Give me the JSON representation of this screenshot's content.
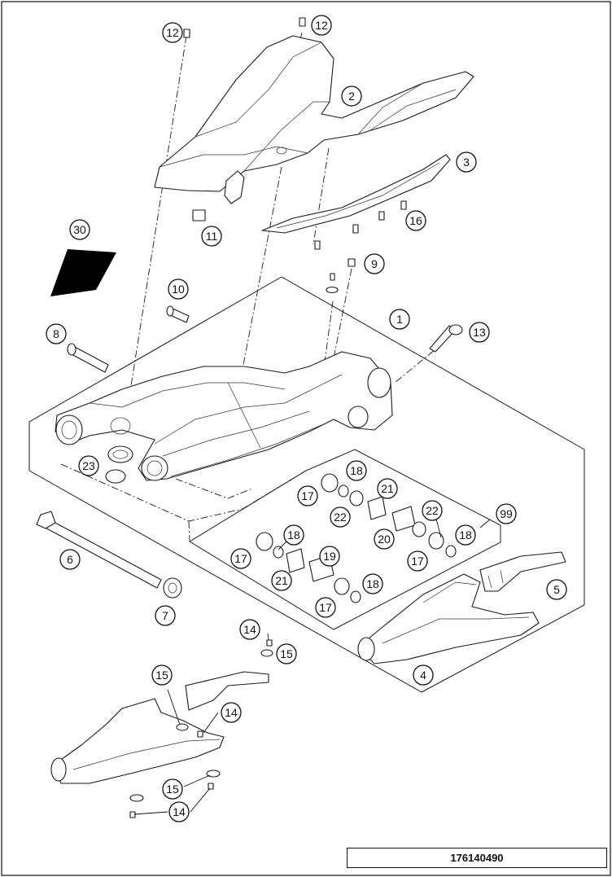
{
  "drawing_number": "176140490",
  "callouts": [
    {
      "id": "callout-12-left",
      "label": "12"
    },
    {
      "id": "callout-12-right",
      "label": "12"
    },
    {
      "id": "callout-2",
      "label": "2"
    },
    {
      "id": "callout-3",
      "label": "3"
    },
    {
      "id": "callout-16",
      "label": "16"
    },
    {
      "id": "callout-11",
      "label": "11"
    },
    {
      "id": "callout-30",
      "label": "30"
    },
    {
      "id": "callout-9",
      "label": "9"
    },
    {
      "id": "callout-10",
      "label": "10"
    },
    {
      "id": "callout-1",
      "label": "1"
    },
    {
      "id": "callout-13",
      "label": "13"
    },
    {
      "id": "callout-8",
      "label": "8"
    },
    {
      "id": "callout-23",
      "label": "23"
    },
    {
      "id": "callout-18-a",
      "label": "18"
    },
    {
      "id": "callout-17-a",
      "label": "17"
    },
    {
      "id": "callout-21-a",
      "label": "21"
    },
    {
      "id": "callout-22-a",
      "label": "22"
    },
    {
      "id": "callout-22-b",
      "label": "22"
    },
    {
      "id": "callout-99",
      "label": "99"
    },
    {
      "id": "callout-20",
      "label": "20"
    },
    {
      "id": "callout-18-b",
      "label": "18"
    },
    {
      "id": "callout-17-b",
      "label": "17"
    },
    {
      "id": "callout-18-c",
      "label": "18"
    },
    {
      "id": "callout-17-c",
      "label": "17"
    },
    {
      "id": "callout-19",
      "label": "19"
    },
    {
      "id": "callout-21-b",
      "label": "21"
    },
    {
      "id": "callout-18-d",
      "label": "18"
    },
    {
      "id": "callout-17-d",
      "label": "17"
    },
    {
      "id": "callout-6",
      "label": "6"
    },
    {
      "id": "callout-7",
      "label": "7"
    },
    {
      "id": "callout-5",
      "label": "5"
    },
    {
      "id": "callout-4",
      "label": "4"
    },
    {
      "id": "callout-14-a",
      "label": "14"
    },
    {
      "id": "callout-15-a",
      "label": "15"
    },
    {
      "id": "callout-15-b",
      "label": "15"
    },
    {
      "id": "callout-14-b",
      "label": "14"
    },
    {
      "id": "callout-15-c",
      "label": "15"
    },
    {
      "id": "callout-14-c",
      "label": "14"
    }
  ]
}
